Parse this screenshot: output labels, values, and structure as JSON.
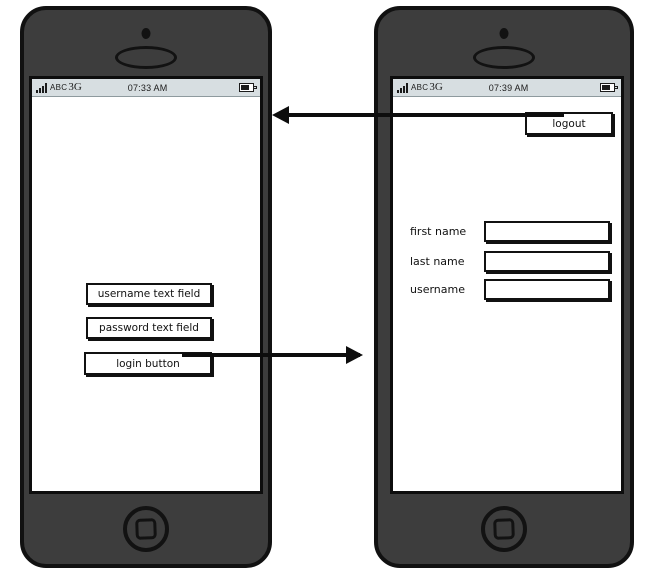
{
  "phones": [
    {
      "id": "login-screen",
      "status_bar": {
        "signal_icon": "signal-bars-icon",
        "carrier": "ABC",
        "network": "3G",
        "time": "07:33 AM",
        "battery_icon": "battery-icon"
      },
      "widgets": [
        {
          "name": "username-text-field",
          "label": "username text field"
        },
        {
          "name": "password-text-field",
          "label": "password text field"
        },
        {
          "name": "login-button",
          "label": "login button"
        }
      ]
    },
    {
      "id": "profile-screen",
      "status_bar": {
        "signal_icon": "signal-bars-icon",
        "carrier": "ABC",
        "network": "3G",
        "time": "07:39 AM",
        "battery_icon": "battery-icon"
      },
      "logout_button": {
        "name": "logout-button",
        "label": "logout"
      },
      "form_rows": [
        {
          "name": "first-name-row",
          "label": "first name",
          "value": ""
        },
        {
          "name": "last-name-row",
          "label": "last name",
          "value": ""
        },
        {
          "name": "username-row",
          "label": "username",
          "value": ""
        }
      ]
    }
  ],
  "connectors": [
    {
      "name": "logout-to-login-arrow",
      "direction": "left"
    },
    {
      "name": "login-to-profile-arrow",
      "direction": "right"
    }
  ],
  "colors": {
    "device_body": "#3d3d3d",
    "outline": "#111111",
    "screen": "#ffffff",
    "status_bar": "#d7dee1"
  }
}
